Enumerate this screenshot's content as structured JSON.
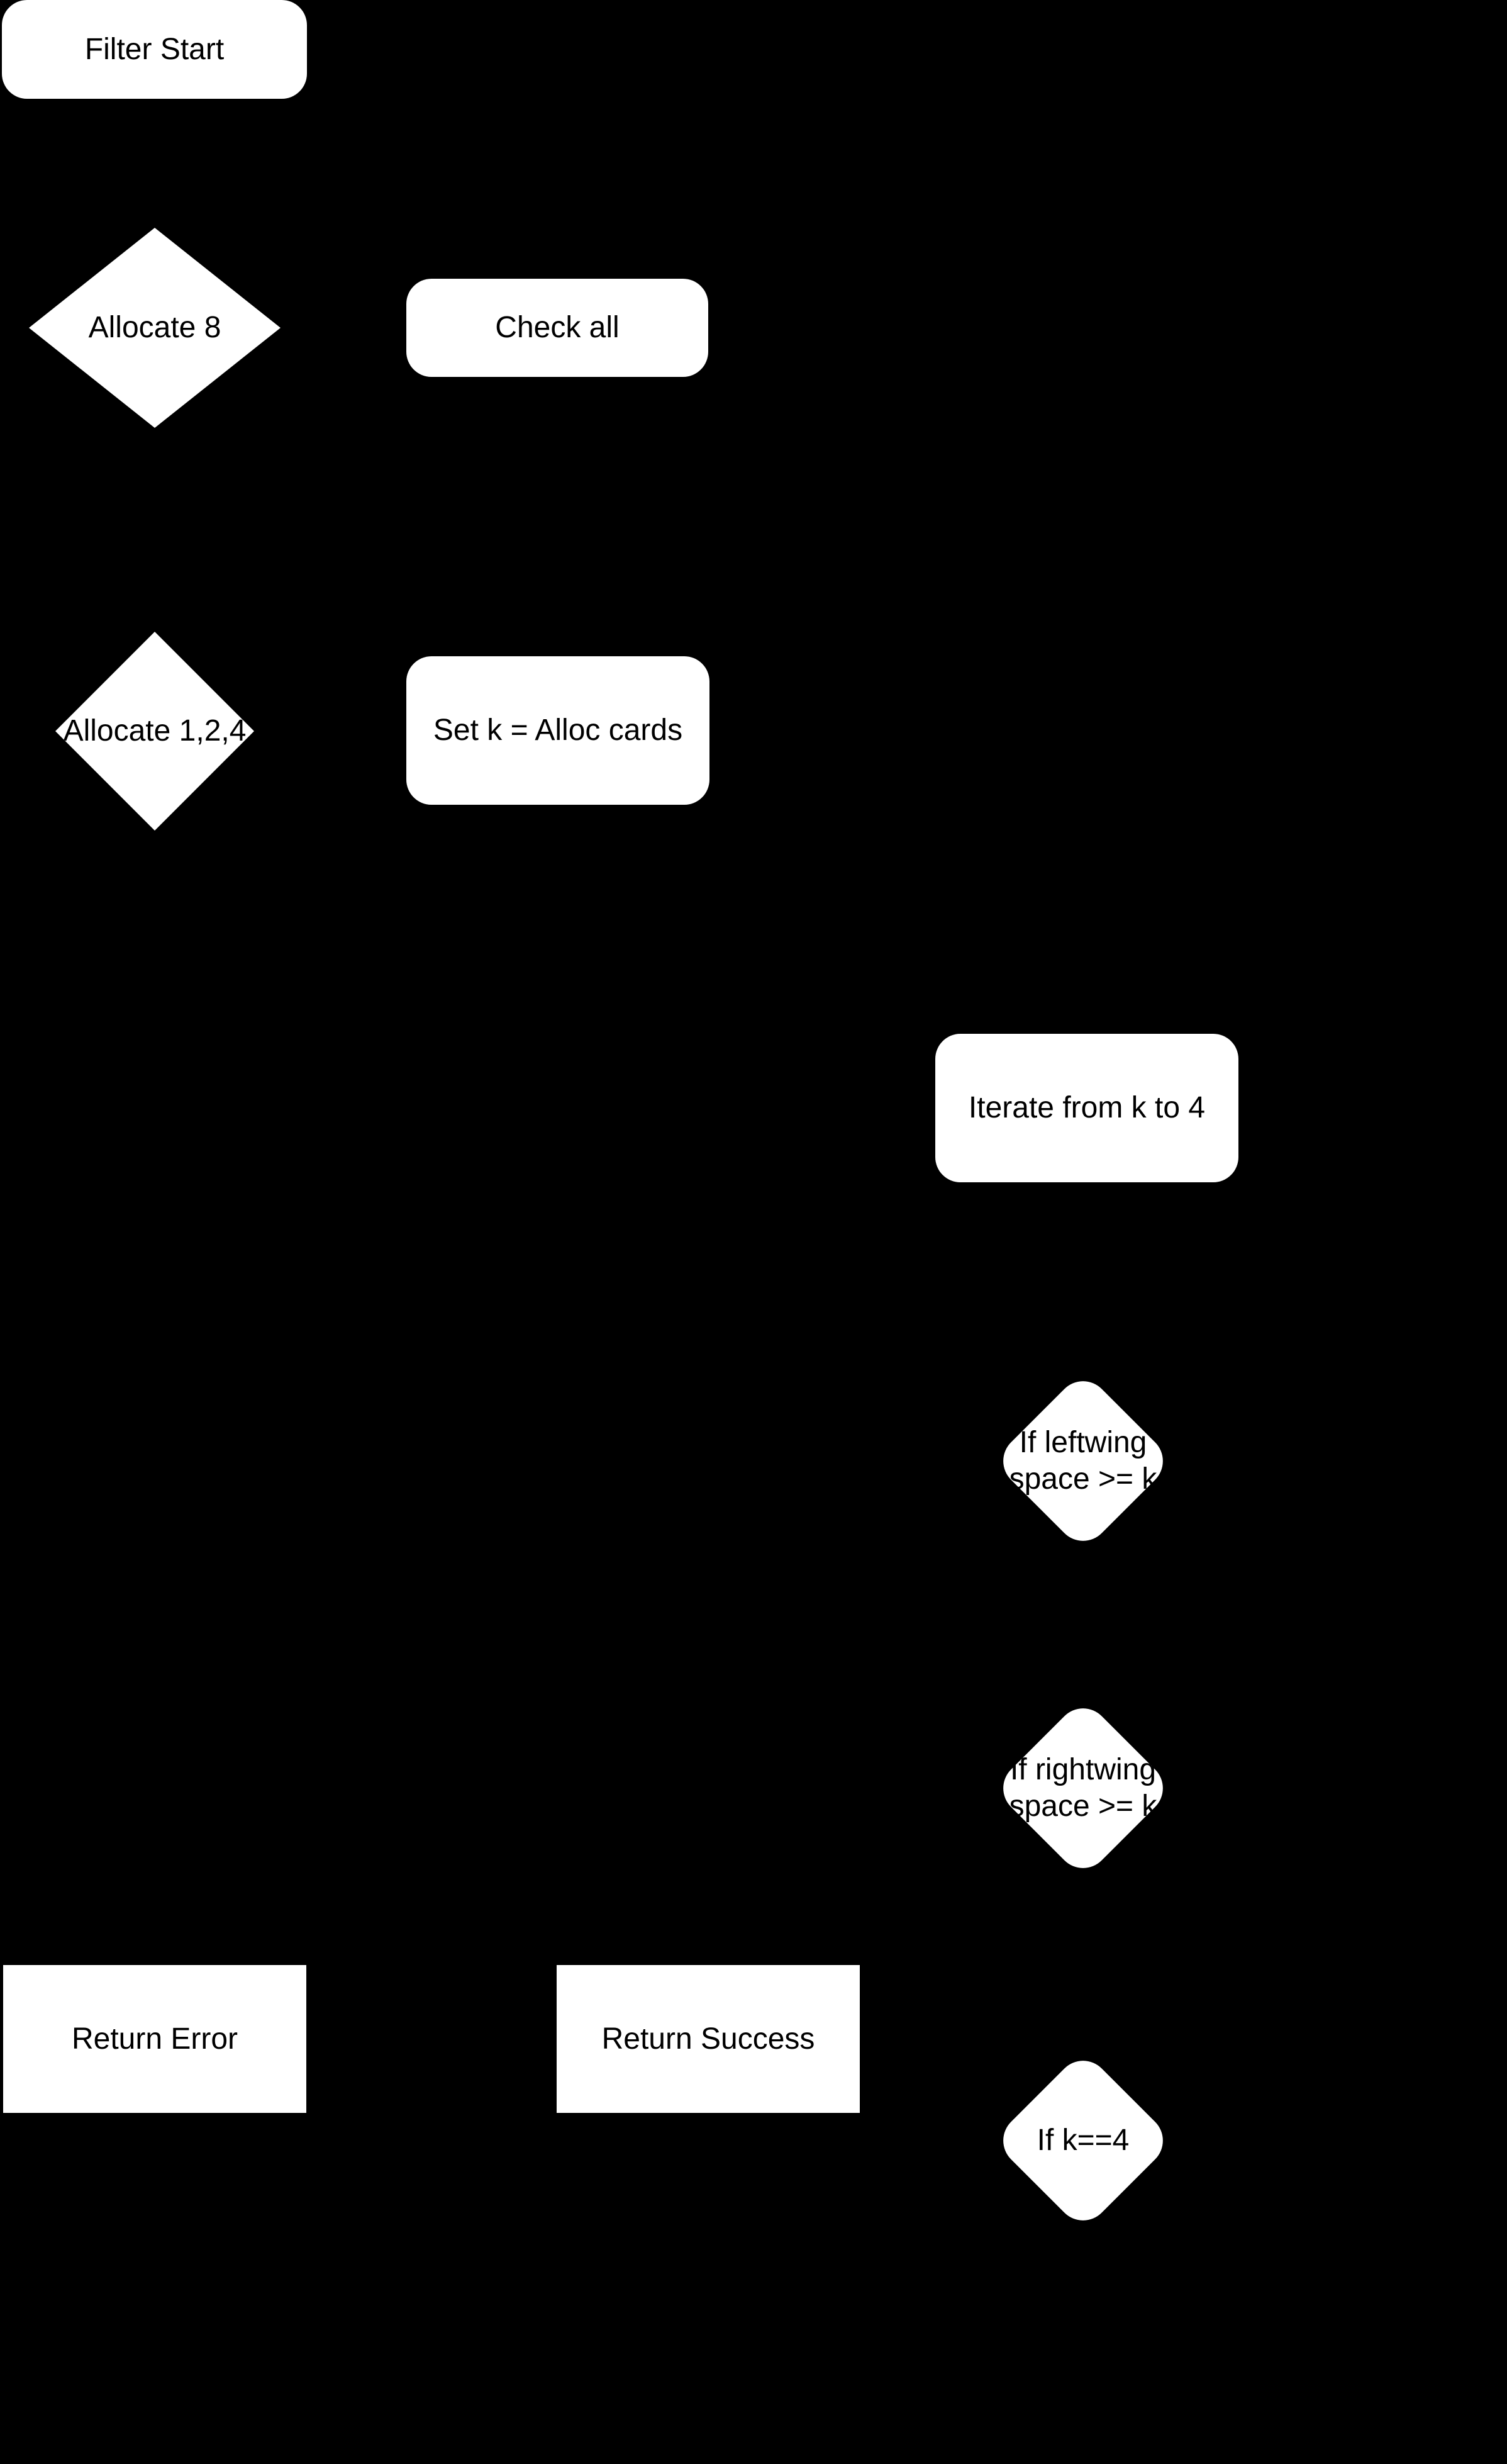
{
  "canvas": {
    "background": "#000000",
    "node_fill": "#ffffff",
    "text_color": "#000000"
  },
  "nodes": [
    {
      "id": "filter-start",
      "shape": "rounded-rectangle",
      "label": "Filter Start"
    },
    {
      "id": "allocate-8",
      "shape": "diamond",
      "label": "Allocate 8"
    },
    {
      "id": "check-all",
      "shape": "rounded-rectangle",
      "label": "Check all"
    },
    {
      "id": "allocate-1-2-4",
      "shape": "diamond",
      "label": "Allocate 1,2,4"
    },
    {
      "id": "set-k-alloc-cards",
      "shape": "rounded-rectangle",
      "label": "Set k = Alloc cards"
    },
    {
      "id": "iterate-from-k-to-4",
      "shape": "rounded-rectangle",
      "label": "Iterate from k to 4"
    },
    {
      "id": "if-leftwing-space",
      "shape": "rounded-diamond",
      "label": "If leftwing\nspace >= k"
    },
    {
      "id": "if-rightwing-space",
      "shape": "rounded-diamond",
      "label": "If rightwing\nspace >= k"
    },
    {
      "id": "return-error",
      "shape": "rectangle",
      "label": "Return Error"
    },
    {
      "id": "return-success",
      "shape": "rectangle",
      "label": "Return Success"
    },
    {
      "id": "if-k-equals-4",
      "shape": "rounded-diamond",
      "label": "If k==4"
    }
  ]
}
